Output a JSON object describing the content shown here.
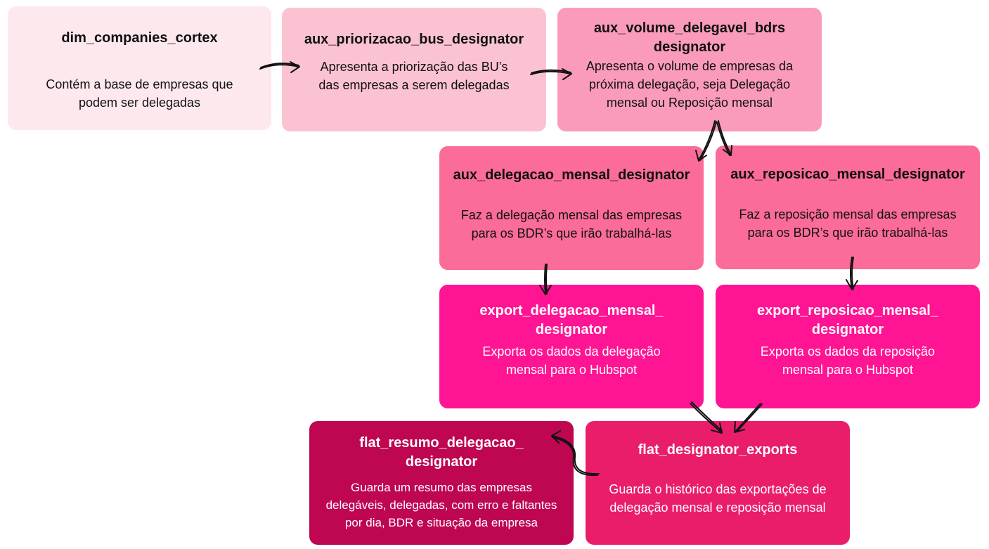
{
  "colors": {
    "level1": "#fde8ee",
    "level2": "#fbc3d2",
    "level3": "#fb9bbb",
    "level4": "#fb6c98",
    "level5": "#ff1493",
    "level6": "#ea1d6b",
    "level7": "#be0651",
    "dark_text": "#111111",
    "light_text": "#ffffff",
    "arrow": "#111111"
  },
  "nodes": {
    "dim_companies": {
      "title": "dim_companies_cortex",
      "desc": "Contém a base de empresas que\npodem ser delegadas"
    },
    "aux_priorizacao": {
      "title": "aux_priorizacao_bus_designator",
      "desc": "Apresenta a priorização das BU’s\ndas empresas a serem delegadas"
    },
    "aux_volume": {
      "title": "aux_volume_delegavel_bdrs\ndesignator",
      "desc": "Apresenta o volume de empresas da\npróxima delegação, seja Delegação\nmensal ou Reposição mensal"
    },
    "aux_delegacao": {
      "title": "aux_delegacao_mensal_designator",
      "desc": "Faz a delegação mensal das empresas\npara os BDR’s que irão trabalhá-las"
    },
    "aux_reposicao": {
      "title": "aux_reposicao_mensal_designator",
      "desc": "Faz a reposição mensal das empresas\npara os BDR’s que irão trabalhá-las"
    },
    "export_delegacao": {
      "title": "export_delegacao_mensal_\ndesignator",
      "desc": "Exporta os dados da delegação\nmensal para o Hubspot"
    },
    "export_reposicao": {
      "title": "export_reposicao_mensal_\ndesignator",
      "desc": "Exporta os dados da reposição\nmensal para o Hubspot"
    },
    "flat_exports": {
      "title": "flat_designator_exports",
      "desc": "Guarda o histórico das exportações de\ndelegação mensal e reposição mensal"
    },
    "flat_resumo": {
      "title": "flat_resumo_delegacao_\ndesignator",
      "desc": "Guarda um resumo das empresas\ndelegáveis, delegadas, com erro e faltantes\npor dia, BDR e situação da empresa"
    }
  }
}
